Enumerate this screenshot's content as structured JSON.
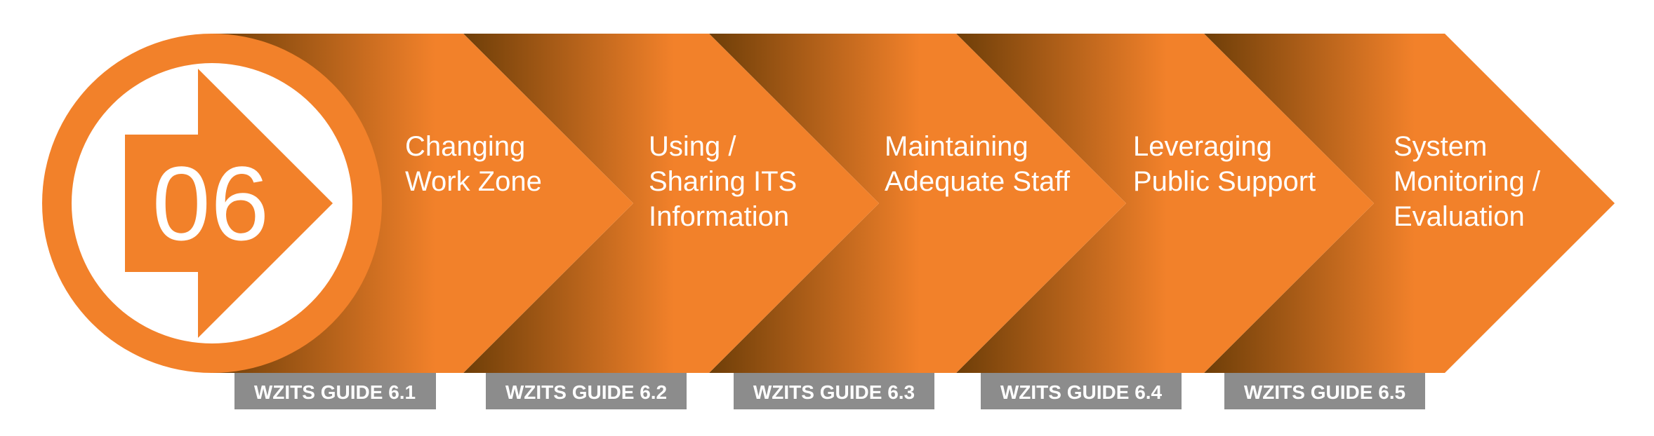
{
  "badge": {
    "number": "06"
  },
  "steps": [
    {
      "lines": [
        "Changing",
        "Work Zone"
      ],
      "guide": "WZITS GUIDE 6.1"
    },
    {
      "lines": [
        "Using /",
        "Sharing ITS",
        "Information"
      ],
      "guide": "WZITS GUIDE 6.2"
    },
    {
      "lines": [
        "Maintaining",
        "Adequate Staff"
      ],
      "guide": "WZITS GUIDE 6.3"
    },
    {
      "lines": [
        "Leveraging",
        "Public Support"
      ],
      "guide": "WZITS GUIDE 6.4"
    },
    {
      "lines": [
        "System",
        "Monitoring /",
        "Evaluation"
      ],
      "guide": "WZITS GUIDE 6.5"
    }
  ],
  "colors": {
    "orange": "#F2812A",
    "dark_brown": "#6E3E08",
    "guide_gray": "#8C8C8C",
    "white": "#FFFFFF"
  }
}
